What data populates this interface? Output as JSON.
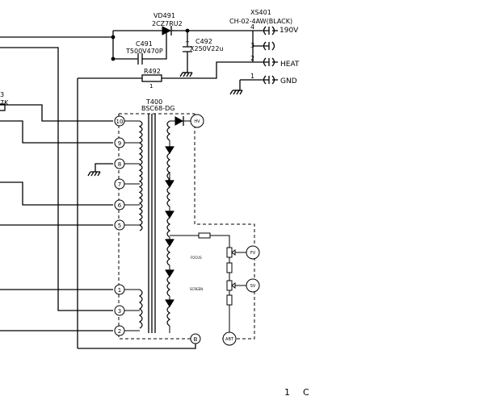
{
  "components": {
    "vd491": {
      "ref": "VD491",
      "part": "2CZ7RU2"
    },
    "c491": {
      "ref": "C491",
      "value": "T500V470P"
    },
    "c492": {
      "ref": "C492",
      "value": "X250V22u"
    },
    "r492": {
      "ref": "R492",
      "pin": "1"
    },
    "xs401": {
      "ref": "XS401",
      "part": "CH-02-4AW(BLACK)"
    },
    "t400": {
      "ref": "T400",
      "part": "BSC68-DG"
    },
    "r_partial": {
      "ref": "3",
      "value": "7K"
    }
  },
  "connector_pins": [
    {
      "num": "4",
      "label": "190V"
    },
    {
      "num": "3",
      "label": ""
    },
    {
      "num": "2",
      "label": "HEAT"
    },
    {
      "num": "1",
      "label": "GND"
    }
  ],
  "transformer_pins": [
    "10",
    "9",
    "8",
    "7",
    "6",
    "5",
    "1",
    "3",
    "2",
    "B"
  ],
  "outputs": {
    "hv": "HV",
    "fv": "FV",
    "sv": "SV",
    "abt": "ABT",
    "focus": "FOCUS",
    "screen": "SCREEN"
  },
  "footer": {
    "page": "1",
    "sheet": "C"
  }
}
